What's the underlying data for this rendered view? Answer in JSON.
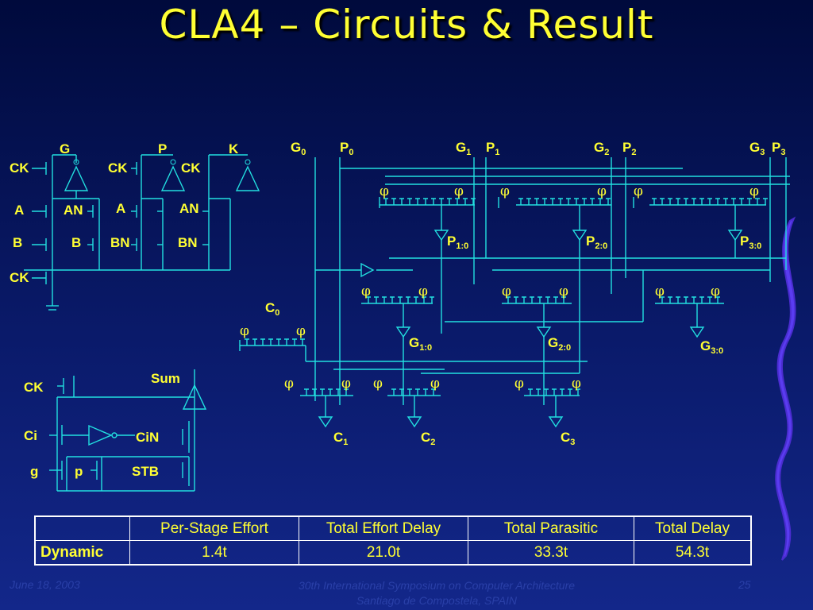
{
  "slide": {
    "title": "CLA4 – Circuits & Result"
  },
  "gate_circuit": {
    "outputs": [
      "G",
      "P",
      "K"
    ],
    "clock": "CK",
    "inputs_top": [
      "A",
      "AN",
      "A",
      "AN"
    ],
    "inputs_bottom": [
      "B",
      "B",
      "BN",
      "BN"
    ]
  },
  "sum_circuit": {
    "labels": {
      "ck": "CK",
      "ci": "Ci",
      "cin": "CiN",
      "g": "g",
      "p": "p",
      "stb": "STB",
      "sum": "Sum"
    }
  },
  "cla_network": {
    "phi": "φ",
    "top_inputs": [
      {
        "main": "G",
        "sub": "0"
      },
      {
        "main": "P",
        "sub": "0"
      },
      {
        "main": "G",
        "sub": "1"
      },
      {
        "main": "P",
        "sub": "1"
      },
      {
        "main": "G",
        "sub": "2"
      },
      {
        "main": "P",
        "sub": "2"
      },
      {
        "main": "G",
        "sub": "3"
      },
      {
        "main": "P",
        "sub": "3"
      }
    ],
    "p_outputs": [
      {
        "main": "P",
        "sub": "1:0"
      },
      {
        "main": "P",
        "sub": "2:0"
      },
      {
        "main": "P",
        "sub": "3:0"
      }
    ],
    "g_outputs": [
      {
        "main": "G",
        "sub": "1:0"
      },
      {
        "main": "G",
        "sub": "2:0"
      },
      {
        "main": "G",
        "sub": "3:0"
      }
    ],
    "carry_in": {
      "main": "C",
      "sub": "0"
    },
    "carry_outputs": [
      {
        "main": "C",
        "sub": "1"
      },
      {
        "main": "C",
        "sub": "2"
      },
      {
        "main": "C",
        "sub": "3"
      }
    ]
  },
  "result_table": {
    "headers": [
      "",
      "Per-Stage Effort",
      "Total Effort Delay",
      "Total Parasitic",
      "Total Delay"
    ],
    "rows": [
      {
        "label": "Dynamic",
        "values": [
          "1.4t",
          "21.0t",
          "33.3t",
          "54.3t"
        ]
      }
    ]
  },
  "footer": {
    "date": "June 18, 2003",
    "conference_line1": "30th International Symposium on Computer Architecture",
    "conference_line2": "Santiago de Compostela, SPAIN",
    "page": "25"
  },
  "colors": {
    "text": "#ffff33",
    "wire": "#22e0e0",
    "border": "#ffffff",
    "squiggle": "#5a3cf0"
  }
}
